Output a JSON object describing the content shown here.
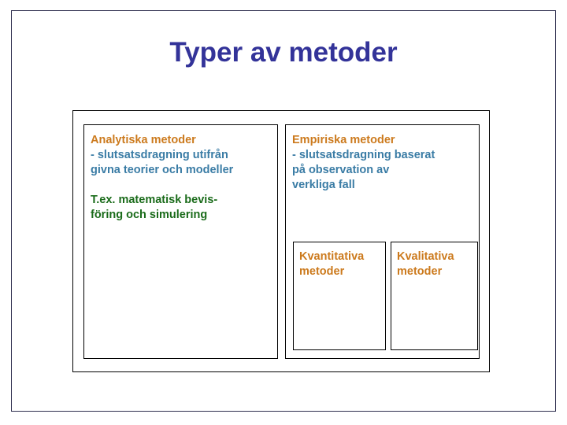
{
  "slide": {
    "title": "Typer av metoder",
    "title_color": "#333399",
    "background_color": "#ffffff",
    "frame_color": "#2f2f4f",
    "box_border_color": "#000000"
  },
  "palette": {
    "heading_orange": "#cc7a1d",
    "detail_blue": "#3a7ca5",
    "example_green": "#1a6b1a",
    "title_navy": "#333399"
  },
  "diagram": {
    "columns": [
      {
        "id": "analytical",
        "heading": "Analytiska metoder",
        "detail": "- slutsatsdragning utifrån\n   givna teorier och modeller",
        "example": "T.ex. matematisk bevis-\nföring och simulering",
        "heading_color": "#cc7a1d",
        "detail_color": "#3a7ca5",
        "example_color": "#1a6b1a"
      },
      {
        "id": "empirical",
        "heading": "Empiriska metoder",
        "detail": "- slutsatsdragning baserat\n   på observation av\n   verkliga fall",
        "heading_color": "#cc7a1d",
        "detail_color": "#3a7ca5",
        "subboxes": [
          {
            "id": "quantitative",
            "label": "Kvantitativa\nmetoder",
            "color": "#cc7a1d"
          },
          {
            "id": "qualitative",
            "label": "Kvalitativa\nmetoder",
            "color": "#cc7a1d"
          }
        ]
      }
    ]
  }
}
